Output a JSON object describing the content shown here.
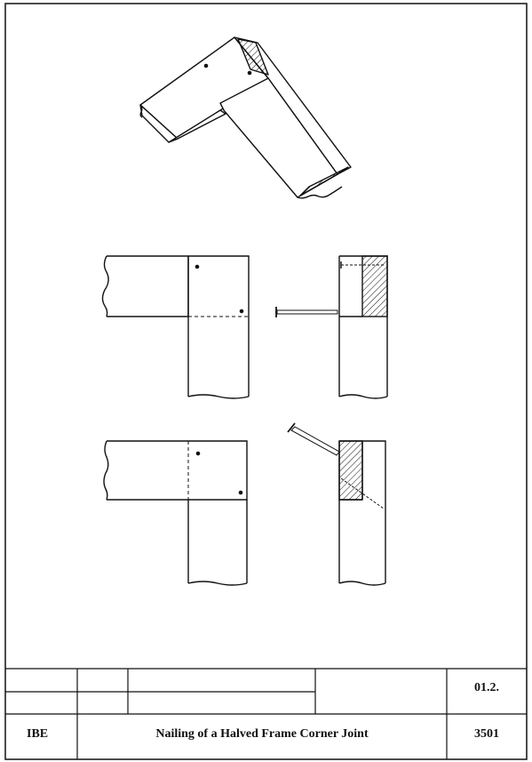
{
  "title_block": {
    "left_code": "IBE",
    "title": "Nailing of a Halved Frame Corner Joint",
    "sheet_ref": "01.2.",
    "drawing_number": "3501"
  }
}
